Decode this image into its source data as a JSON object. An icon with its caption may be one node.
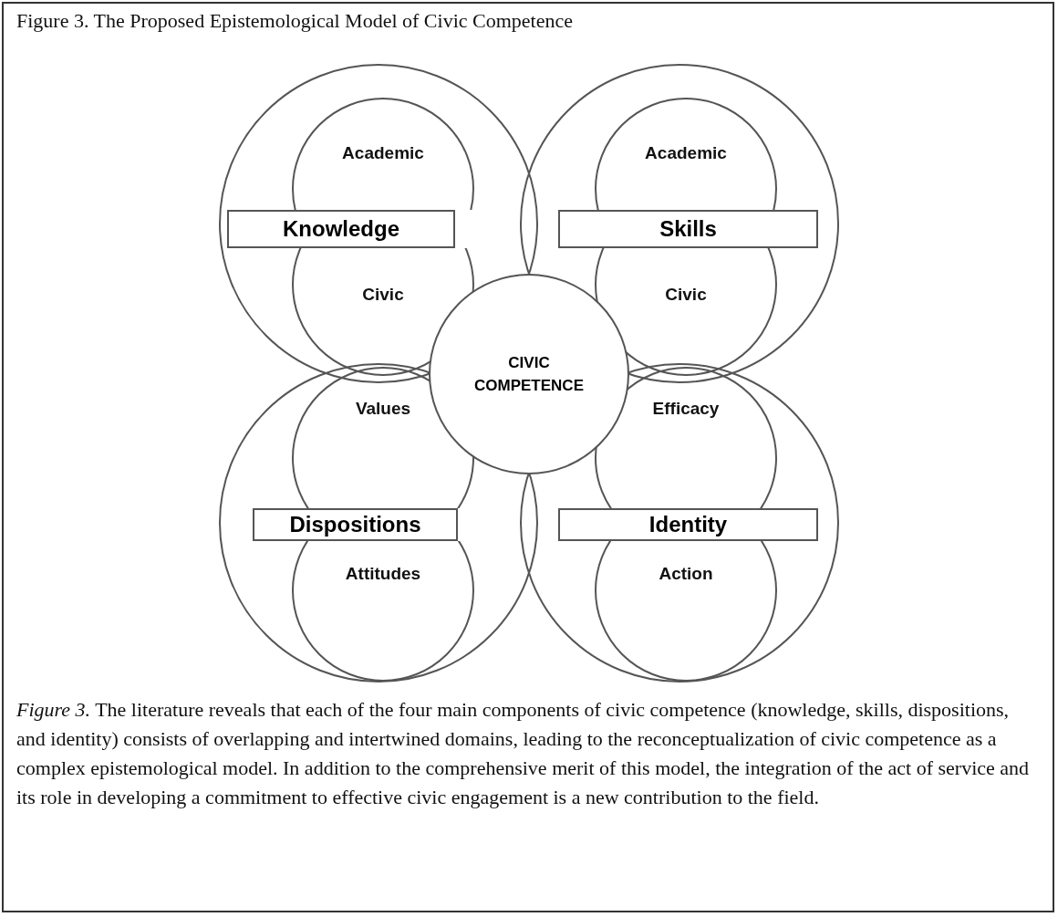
{
  "diagram": {
    "title": "Figure 3. The Proposed Epistemological Model of Civic Competence",
    "nodes": [
      {
        "text": [],
        "shape": "circle"
      },
      {
        "text": [
          "Academic"
        ],
        "in": 0
      },
      {
        "text": [
          "Civic"
        ],
        "in": 0
      },
      {
        "text": [
          "Knowledge"
        ],
        "in": 0
      },
      {
        "text": [],
        "shape": "circle"
      },
      {
        "text": [
          "Academic"
        ],
        "in": 4
      },
      {
        "text": [
          "Civic"
        ],
        "in": 4
      },
      {
        "text": [
          "Skills"
        ],
        "in": 4
      },
      {
        "text": [
          "CIVIC COMPETENCE"
        ]
      },
      {
        "text": [],
        "shape": "circle"
      },
      {
        "text": [
          "Values"
        ],
        "in": 9
      },
      {
        "text": [
          "Attitudes"
        ],
        "in": 9
      },
      {
        "text": [
          "Dispositions"
        ],
        "in": 9
      },
      {
        "text": [],
        "shape": "circle"
      },
      {
        "text": [
          "Efficacy"
        ],
        "in": 13
      },
      {
        "text": [
          "Action"
        ],
        "in": 13
      },
      {
        "text": [
          "Identity"
        ],
        "in": 13
      }
    ],
    "edges": [],
    "caption": "*Figure 3.* The literature reveals that each of the four main components of civic competence (knowledge, skills, dispositions, and identity) consists of overlapping and intertwined domains, leading to the reconceptualization of civic competence as a complex epistemological model.  In addition to the comprehensive merit of this model, the integration of the act of service and its role in developing a commitment to effective civic engagement is a new contribution to the field."
  }
}
